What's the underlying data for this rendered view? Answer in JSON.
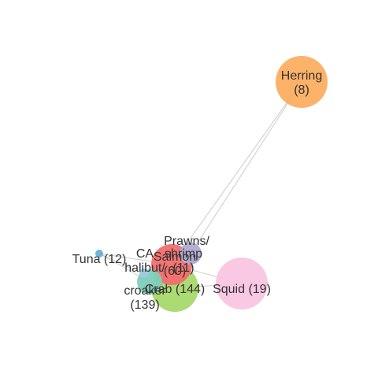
{
  "chart_data": {
    "type": "network",
    "nodes": [
      {
        "id": "herring",
        "label_lines": [
          "Herring",
          "(8)"
        ],
        "color": "#fdae61"
      },
      {
        "id": "squid",
        "label_lines": [
          "Squid (19)"
        ],
        "color": "#f9c5e0"
      },
      {
        "id": "crab",
        "label_lines": [
          "Crab (144)"
        ],
        "color": "#a6d96a"
      },
      {
        "id": "croaker",
        "label_lines": [
          "croaker",
          "(139)"
        ],
        "color": "#7fcdbb"
      },
      {
        "id": "salmon",
        "label_lines": [
          "Salmon",
          "(60)"
        ],
        "color": "#f46d6d"
      },
      {
        "id": "prawns",
        "label_lines": [
          "Prawns/"
        ],
        "color": "#b2abd2"
      },
      {
        "id": "ca_halibut",
        "label_lines": [
          "CA",
          "halibut/"
        ],
        "color": "#9ecae1"
      },
      {
        "id": "shrimp",
        "label_lines": [
          "shrimp",
          "(11)"
        ],
        "color": "#b2abd2"
      },
      {
        "id": "tuna",
        "label_lines": [
          "Tuna (12)"
        ],
        "color": "#6baed6"
      }
    ],
    "edges": [
      [
        "herring",
        "salmon"
      ],
      [
        "herring",
        "prawns"
      ],
      [
        "tuna",
        "salmon"
      ],
      [
        "tuna",
        "crab"
      ],
      [
        "tuna",
        "croaker"
      ],
      [
        "salmon",
        "squid"
      ],
      [
        "crab",
        "squid"
      ],
      [
        "croaker",
        "crab"
      ],
      [
        "prawns",
        "salmon"
      ]
    ]
  }
}
